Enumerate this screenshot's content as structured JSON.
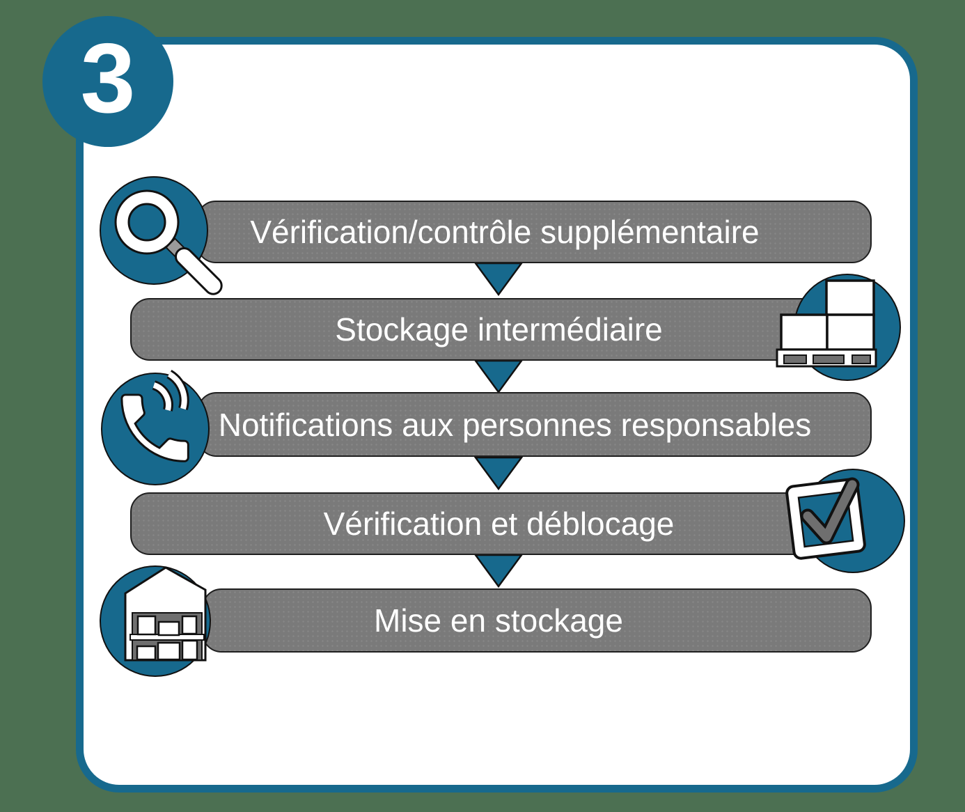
{
  "badge": {
    "number": "3"
  },
  "steps": [
    {
      "label": "Vérification/contrôle supplémentaire",
      "icon": "magnifier-icon",
      "icon_side": "left"
    },
    {
      "label": "Stockage intermédiaire",
      "icon": "pallet-boxes-icon",
      "icon_side": "right"
    },
    {
      "label": "Notifications aux personnes responsables",
      "icon": "phone-icon",
      "icon_side": "left"
    },
    {
      "label": "Vérification et déblocage",
      "icon": "checkbox-icon",
      "icon_side": "right"
    },
    {
      "label": "Mise en stockage",
      "icon": "warehouse-icon",
      "icon_side": "left"
    }
  ],
  "colors": {
    "teal": "#17698d",
    "bar_gray": "#7a7a7a",
    "background_green": "#4c7052",
    "outline_black": "#111111",
    "text_white": "#ffffff",
    "check_gray": "#6f6f6f"
  }
}
